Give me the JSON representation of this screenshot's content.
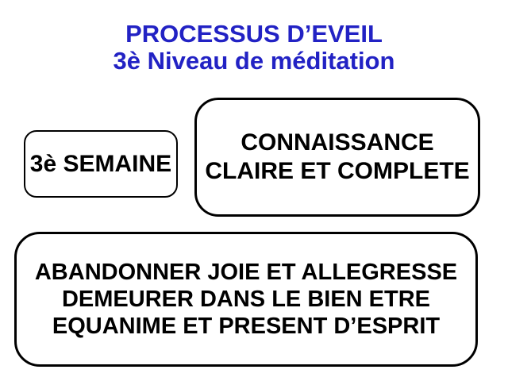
{
  "slide": {
    "title": {
      "line1": "PROCESSUS D’EVEIL",
      "line2": "3è Niveau de méditation",
      "color": "#2222c4"
    },
    "boxes": {
      "week": {
        "label": "3è SEMAINE"
      },
      "knowledge": {
        "line1": "CONNAISSANCE",
        "line2": "CLAIRE ET COMPLETE"
      },
      "instruction": {
        "line1": "ABANDONNER JOIE ET ALLEGRESSE",
        "line2": "DEMEURER DANS LE BIEN ETRE",
        "line3": "EQUANIME ET PRESENT D’ESPRIT"
      }
    },
    "text_color": "#000000",
    "background_color": "#ffffff"
  }
}
